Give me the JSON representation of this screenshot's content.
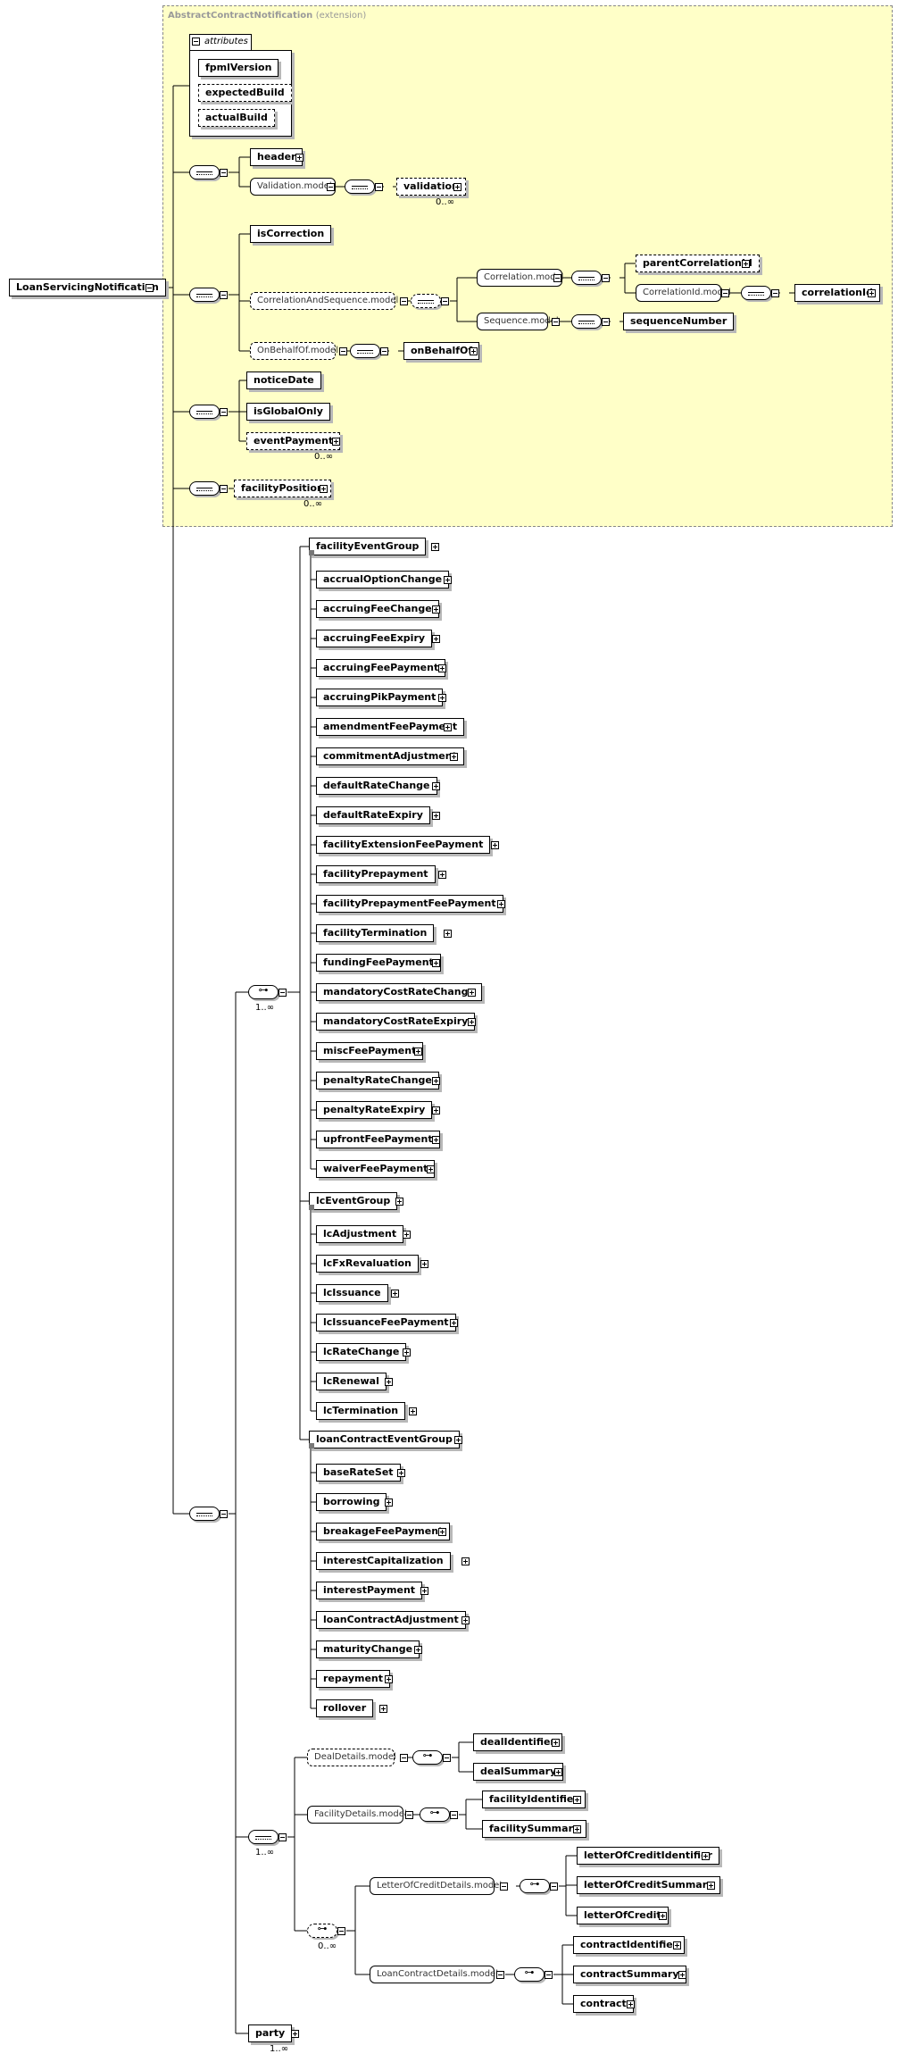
{
  "extension": {
    "title": "AbstractContractNotification",
    "suffix": "(extension)"
  },
  "root": "LoanServicingNotification",
  "attributes": {
    "title": "attributes",
    "items": [
      "fpmlVersion",
      "expectedBuild",
      "actualBuild"
    ]
  },
  "elements": {
    "header": "header",
    "validation_model": "Validation.model",
    "validation": "validation",
    "is_correction": "isCorrection",
    "corr_seq_model": "CorrelationAndSequence.model",
    "correlation_model": "Correlation.model",
    "parent_correlation_id": "parentCorrelationId",
    "correlation_id_model": "CorrelationId.model",
    "correlation_id": "correlationId",
    "sequence_model": "Sequence.model",
    "sequence_number": "sequenceNumber",
    "on_behalf_of_model": "OnBehalfOf.model",
    "on_behalf_of": "onBehalfOf",
    "notice_date": "noticeDate",
    "is_global_only": "isGlobalOnly",
    "event_payment": "eventPayment",
    "facility_position": "facilityPosition",
    "party": "party"
  },
  "cardinalities": {
    "zero_many": "0..∞",
    "one_many": "1..∞"
  },
  "facility_group": {
    "title": "facilityEventGroup",
    "items": [
      "accrualOptionChange",
      "accruingFeeChange",
      "accruingFeeExpiry",
      "accruingFeePayment",
      "accruingPikPayment",
      "amendmentFeePayment",
      "commitmentAdjustment",
      "defaultRateChange",
      "defaultRateExpiry",
      "facilityExtensionFeePayment",
      "facilityPrepayment",
      "facilityPrepaymentFeePayment",
      "facilityTermination",
      "fundingFeePayment",
      "mandatoryCostRateChange",
      "mandatoryCostRateExpiry",
      "miscFeePayment",
      "penaltyRateChange",
      "penaltyRateExpiry",
      "upfrontFeePayment",
      "waiverFeePayment"
    ]
  },
  "lc_group": {
    "title": "lcEventGroup",
    "items": [
      "lcAdjustment",
      "lcFxRevaluation",
      "lcIssuance",
      "lcIssuanceFeePayment",
      "lcRateChange",
      "lcRenewal",
      "lcTermination"
    ]
  },
  "loan_group": {
    "title": "loanContractEventGroup",
    "items": [
      "baseRateSet",
      "borrowing",
      "breakageFeePayment",
      "interestCapitalization",
      "interestPayment",
      "loanContractAdjustment",
      "maturityChange",
      "repayment",
      "rollover"
    ]
  },
  "details": {
    "deal_model": "DealDetails.model",
    "deal_identifier": "dealIdentifier",
    "deal_summary": "dealSummary",
    "facility_model": "FacilityDetails.model",
    "facility_identifier": "facilityIdentifier",
    "facility_summary": "facilitySummary",
    "loc_model": "LetterOfCreditDetails.model",
    "loc_identifier": "letterOfCreditIdentifier",
    "loc_summary": "letterOfCreditSummary",
    "loc": "letterOfCredit",
    "loan_model": "LoanContractDetails.model",
    "contract_identifier": "contractIdentifier",
    "contract_summary": "contractSummary",
    "contract": "contract"
  }
}
